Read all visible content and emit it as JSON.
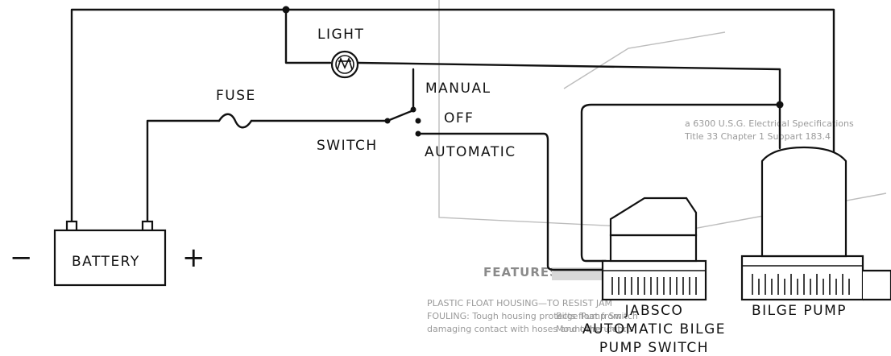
{
  "labels": {
    "light": "LIGHT",
    "fuse": "FUSE",
    "switch": "SWITCH",
    "manual": "MANUAL",
    "off": "OFF",
    "automatic": "AUTOMATIC",
    "battery": "BATTERY",
    "minus": "−",
    "plus": "+",
    "jabsco_line1": "JABSCO",
    "jabsco_line2": "AUTOMATIC BILGE",
    "jabsco_line3": "PUMP SWITCH",
    "bilge_pump": "BILGE PUMP"
  },
  "background_bleed": {
    "spec_line1": "a 6300 U.S.G. Electrical Specifications",
    "spec_line2": "Title 33 Chapter 1 Subpart 183.4",
    "features_heading": "FEATURES/BENEFITS",
    "features_line1": "PLASTIC FLOAT HOUSING—TO RESIST JAM",
    "features_line2": "FOULING: Tough housing protects float from",
    "features_line3": "damaging contact with hoses and other debris",
    "left_line1": "Bilge Pump Switch",
    "left_line2": "Mount the unit..."
  }
}
